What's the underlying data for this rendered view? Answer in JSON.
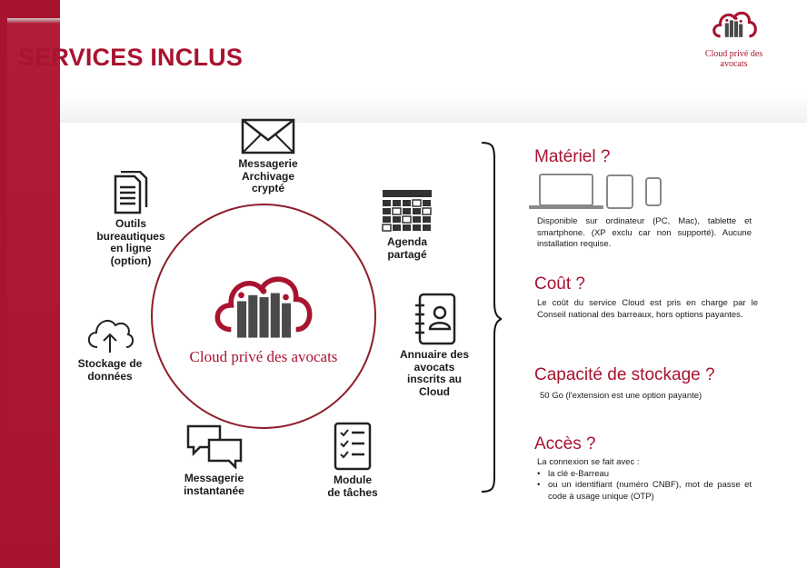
{
  "title": "SERVICES INCLUS",
  "brand": {
    "name": "Cloud privé des avocats",
    "accent": "#a8132f",
    "dark": "#4a4a4a"
  },
  "center": {
    "logo_text": "Cloud privé des avocats"
  },
  "services": {
    "messagerie_archivage": {
      "label": "Messagerie\nArchivage\ncrypté",
      "icon": "envelope-icon"
    },
    "agenda": {
      "label": "Agenda\npartagé",
      "icon": "calendar-icon"
    },
    "annuaire": {
      "label": "Annuaire des\navocats\ninscrits au\nCloud",
      "icon": "contact-book-icon"
    },
    "module_taches": {
      "label": "Module\nde tâches",
      "icon": "checklist-icon"
    },
    "messagerie_instantanee": {
      "label": "Messagerie\ninstantanée",
      "icon": "chat-bubbles-icon"
    },
    "stockage": {
      "label": "Stockage de\ndonnées",
      "icon": "cloud-upload-icon"
    },
    "outils": {
      "label": "Outils\nbureautiques\nen ligne\n(option)",
      "icon": "documents-icon"
    }
  },
  "sections": {
    "materiel": {
      "title": "Matériel ?",
      "text": "Disponible sur ordinateur (PC, Mac), tablette et smartphone. (XP exclu car non supporté). Aucune installation requise."
    },
    "cout": {
      "title": "Coût ?",
      "text": "Le coût du service Cloud est pris en charge par le Conseil national des barreaux, hors options payantes."
    },
    "capacite": {
      "title": "Capacité de stockage ?",
      "text": "50 Go  (l'extension est une option payante)"
    },
    "acces": {
      "title": "Accès ?",
      "intro": "La connexion se fait avec :",
      "bullets": [
        "la clé e-Barreau",
        "ou un identifiant (numéro CNBF), mot de passe et code à usage unique (OTP)"
      ]
    }
  }
}
